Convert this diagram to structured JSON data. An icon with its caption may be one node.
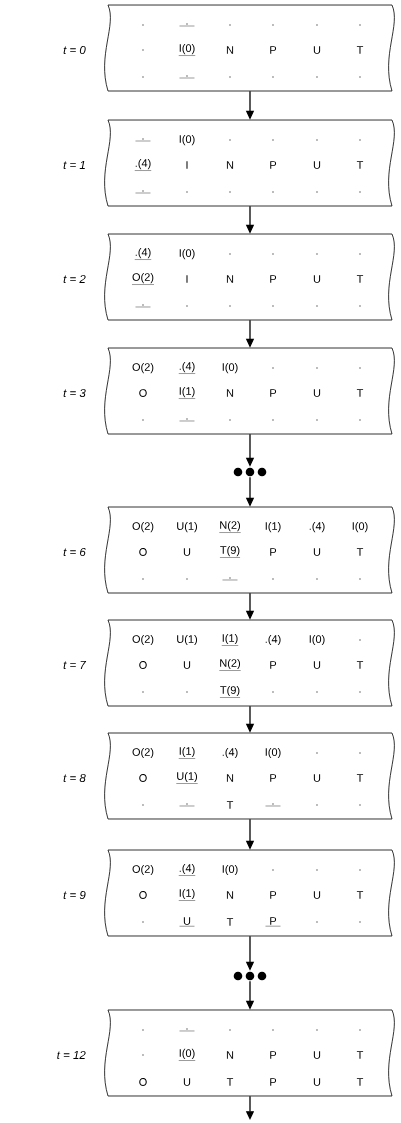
{
  "diagram": {
    "nodes": [
      {
        "text": [
          ".",
          ".",
          ".",
          ".",
          ".",
          ".",
          ".",
          "I(0)",
          "N",
          "P",
          "U",
          "T",
          ".",
          ".",
          ".",
          ".",
          ".",
          "."
        ],
        "beside": [
          "t = 0"
        ]
      },
      {
        "text": [
          ".",
          "I(0)",
          ".",
          ".",
          ".",
          ".",
          ".(4)",
          "I",
          "N",
          "P",
          "U",
          "T",
          ".",
          ".",
          ".",
          ".",
          ".",
          "."
        ],
        "beside": [
          "t = 1"
        ]
      },
      {
        "text": [
          ".(4)",
          "I(0)",
          ".",
          ".",
          ".",
          ".",
          "O(2)",
          "I",
          "N",
          "P",
          "U",
          "T",
          ".",
          ".",
          ".",
          ".",
          ".",
          "."
        ],
        "beside": [
          "t = 2"
        ]
      },
      {
        "text": [
          "O(2)",
          ".(4)",
          "I(0)",
          ".",
          ".",
          ".",
          "O",
          "I(1)",
          "N",
          "P",
          "U",
          "T",
          ".",
          ".",
          ".",
          ".",
          ".",
          "."
        ],
        "beside": [
          "t = 3"
        ]
      },
      {
        "text": [],
        "shape": "dots"
      },
      {
        "text": [
          "O(2)",
          "U(1)",
          "N(2)",
          "I(1)",
          ".(4)",
          "I(0)",
          "O",
          "U",
          "T(9)",
          "P",
          "U",
          "T",
          ".",
          ".",
          ".",
          ".",
          ".",
          "."
        ],
        "beside": [
          "t = 6"
        ]
      },
      {
        "text": [
          "O(2)",
          "U(1)",
          "I(1)",
          ".(4)",
          "I(0)",
          ".",
          "O",
          "U",
          "N(2)",
          "P",
          "U",
          "T",
          ".",
          ".",
          "T(9)",
          ".",
          ".",
          "."
        ],
        "beside": [
          "t = 7"
        ]
      },
      {
        "text": [
          "O(2)",
          "I(1)",
          ".(4)",
          "I(0)",
          ".",
          ".",
          "O",
          "U(1)",
          "N",
          "P",
          "U",
          "T",
          ".",
          ".",
          "T",
          ".",
          ".",
          "."
        ],
        "beside": [
          "t = 8"
        ]
      },
      {
        "text": [
          "O(2)",
          ".(4)",
          "I(0)",
          ".",
          ".",
          ".",
          "O",
          "I(1)",
          "N",
          "P",
          "U",
          "T",
          ".",
          "U",
          "T",
          "P",
          ".",
          "."
        ],
        "beside": [
          "t = 9"
        ]
      },
      {
        "text": [],
        "shape": "dots"
      },
      {
        "text": [
          ".",
          ".",
          ".",
          ".",
          ".",
          ".",
          ".",
          "I(0)",
          "N",
          "P",
          "U",
          "T",
          "O",
          "U",
          "T",
          "P",
          "U",
          "T"
        ],
        "beside": [
          "t = 12"
        ]
      }
    ],
    "edges": [
      {
        "from": 0,
        "to": 1,
        "arrow": "to"
      },
      {
        "from": 1,
        "to": 2,
        "arrow": "to"
      },
      {
        "from": 2,
        "to": 3,
        "arrow": "to"
      },
      {
        "from": 3,
        "to": 4,
        "arrow": "to"
      },
      {
        "from": 4,
        "to": 5,
        "arrow": "to"
      },
      {
        "from": 5,
        "to": 6,
        "arrow": "to"
      },
      {
        "from": 6,
        "to": 7,
        "arrow": "to"
      },
      {
        "from": 7,
        "to": 8,
        "arrow": "to"
      },
      {
        "from": 8,
        "to": 9,
        "arrow": "to"
      },
      {
        "from": 9,
        "to": 10,
        "arrow": "to"
      },
      {
        "from": 10,
        "to": null,
        "arrow": "to"
      }
    ]
  }
}
